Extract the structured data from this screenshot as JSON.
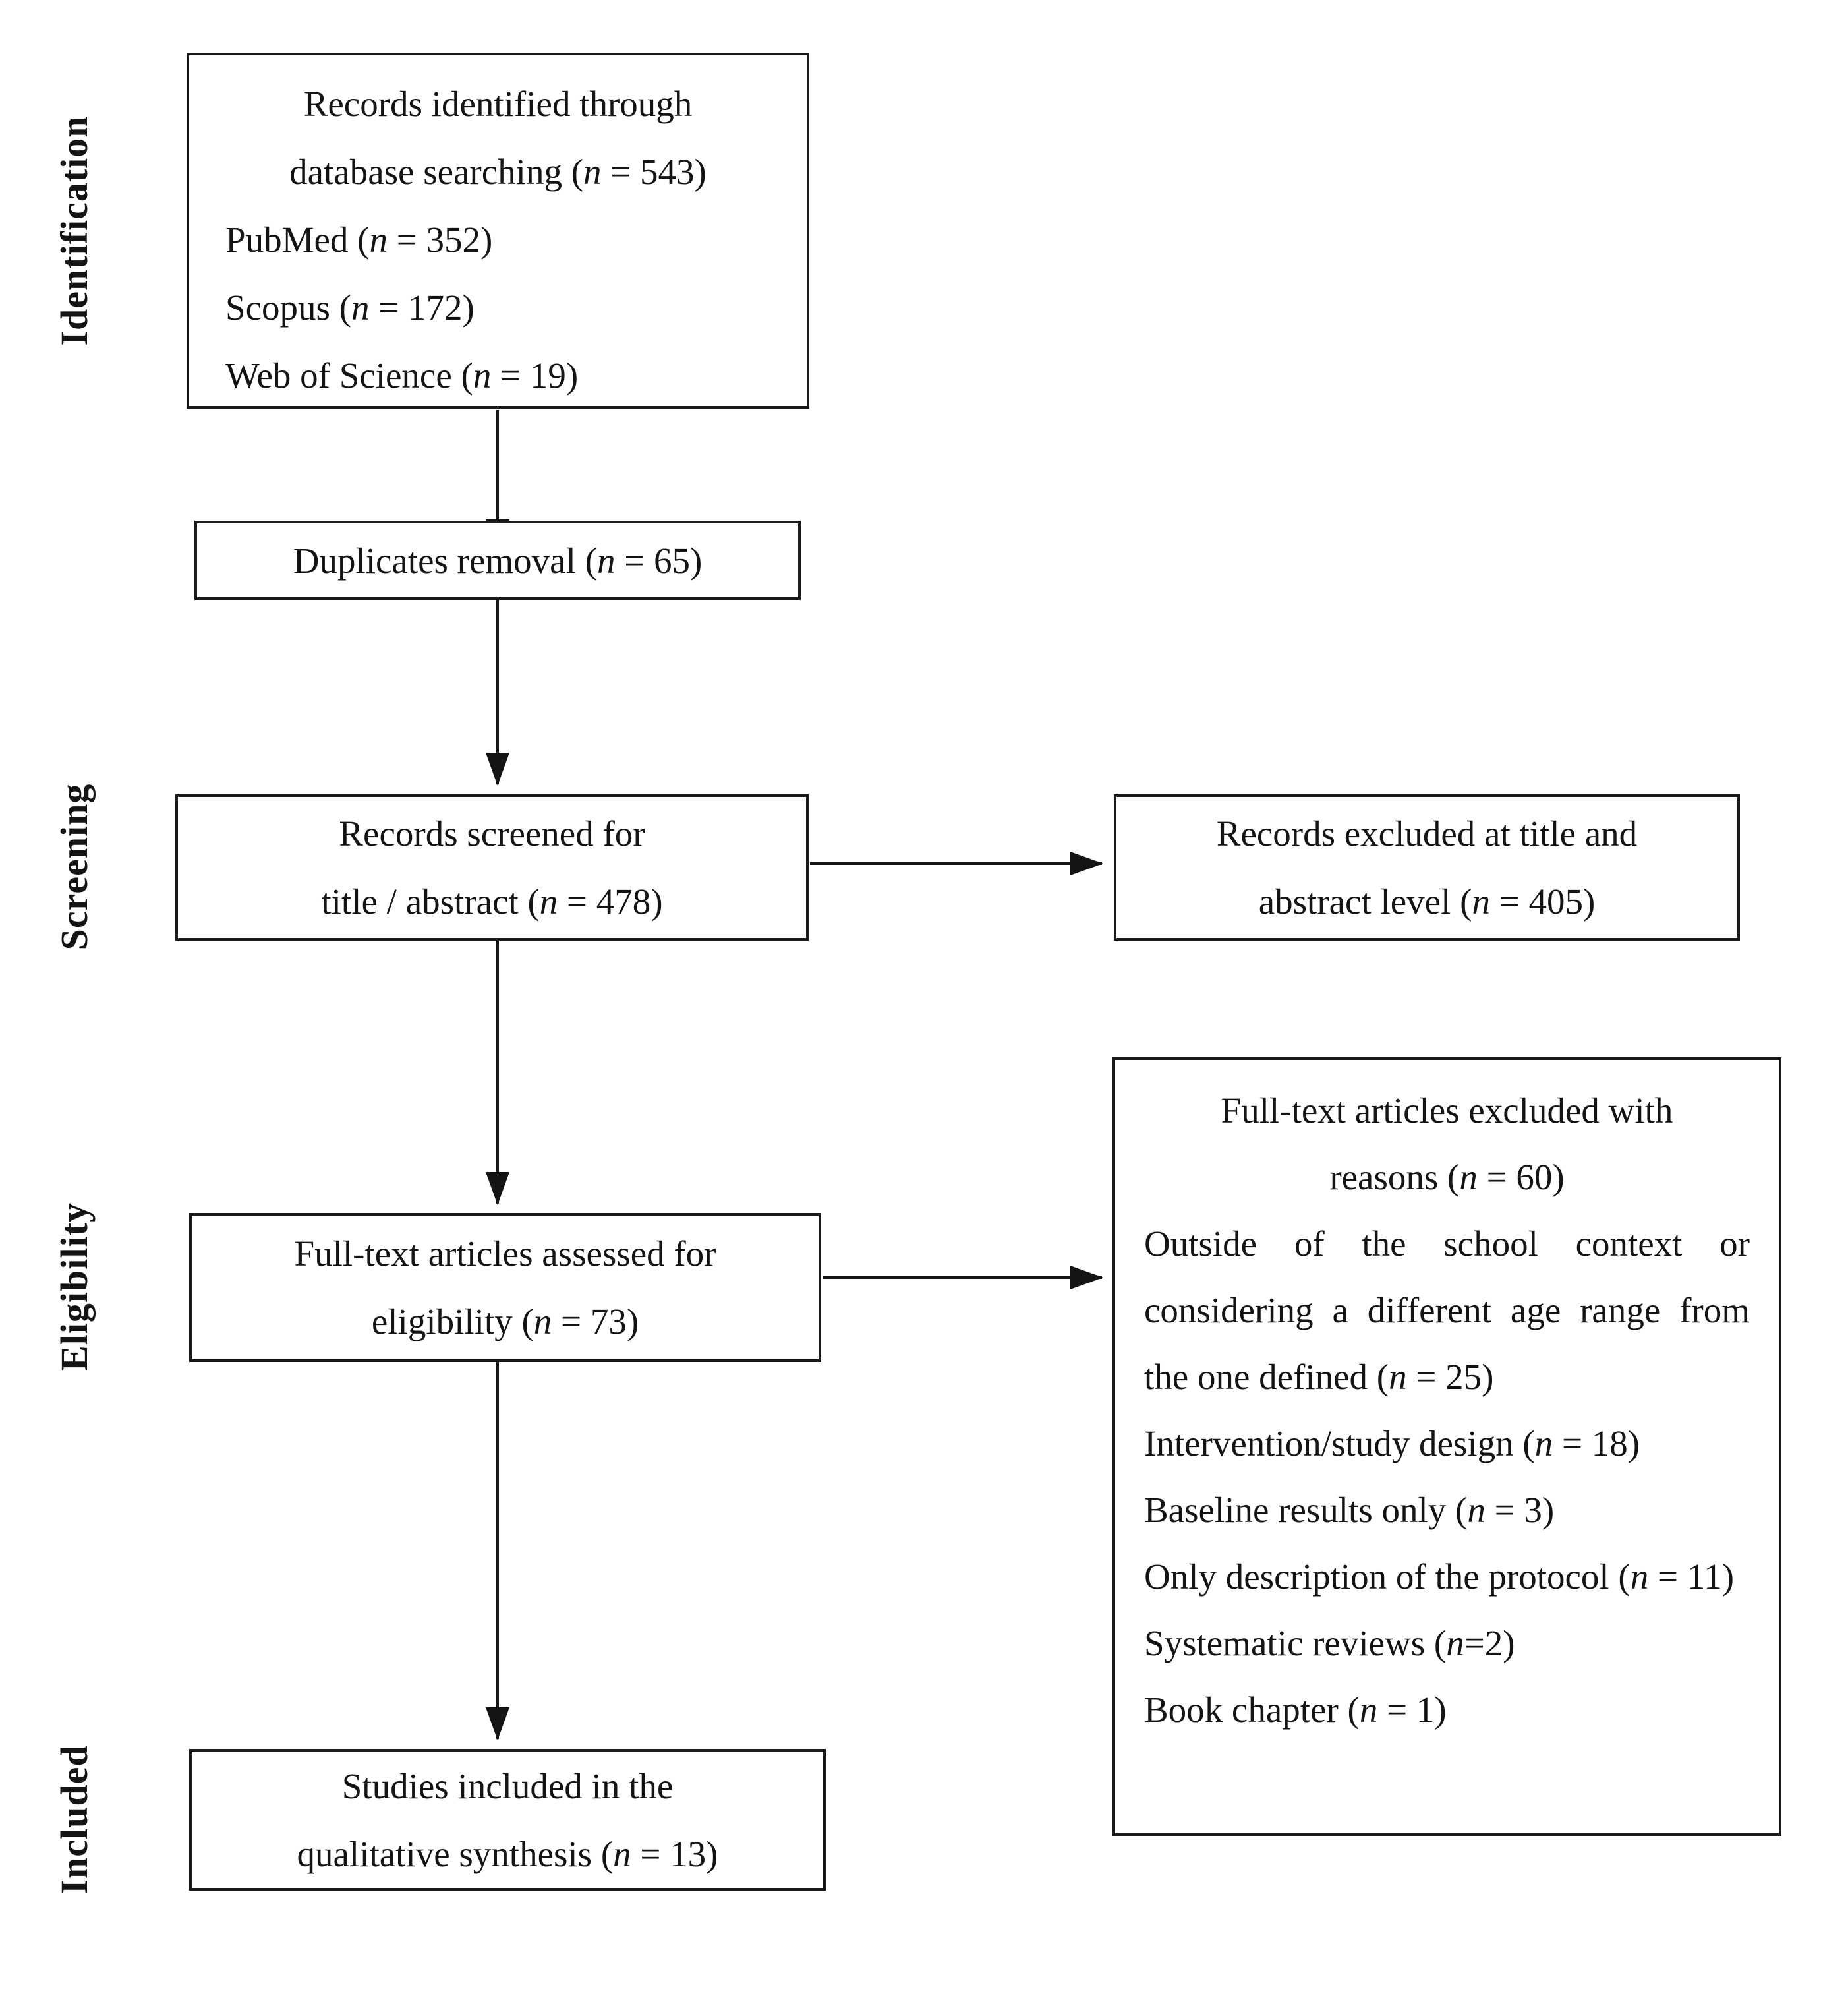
{
  "colors": {
    "ink": "#141414",
    "border": "#1a1a1a",
    "bg": "#ffffff"
  },
  "figure": {
    "stage_labels": [
      {
        "text": "Identification"
      },
      {
        "text": "Screening"
      },
      {
        "text": "Eligibility"
      },
      {
        "text": "Included"
      }
    ],
    "boxes": {
      "identified": {
        "heading_lines": [
          "Records identified through",
          "database searching (n = 543)"
        ],
        "sources": [
          "PubMed (n = 352)",
          "Scopus (n = 172)",
          "Web of Science (n = 19)"
        ]
      },
      "duplicates": {
        "lines": [
          "Duplicates removal (n = 65)"
        ]
      },
      "screened": {
        "lines": [
          "Records screened for",
          "title / abstract (n = 478)"
        ]
      },
      "excluded_title_abstract": {
        "lines": [
          "Records excluded at title and",
          "abstract level (n = 405)"
        ]
      },
      "fulltext_assessed": {
        "lines": [
          "Full-text articles assessed for",
          "eligibility (n = 73)"
        ]
      },
      "fulltext_excluded": {
        "heading_lines": [
          "Full-text articles excluded with",
          "reasons (n = 60)"
        ],
        "reasons": [
          "Outside of the school context or considering a different age range from the one defined (n = 25)",
          "Intervention/study design (n = 18)",
          "Baseline results only (n = 3)",
          "Only description of the protocol (n = 11)",
          "Systematic reviews (n=2)",
          "Book chapter (n = 1)"
        ]
      },
      "included_studies": {
        "lines": [
          "Studies included in the",
          "qualitative synthesis (n = 13)"
        ]
      }
    }
  }
}
